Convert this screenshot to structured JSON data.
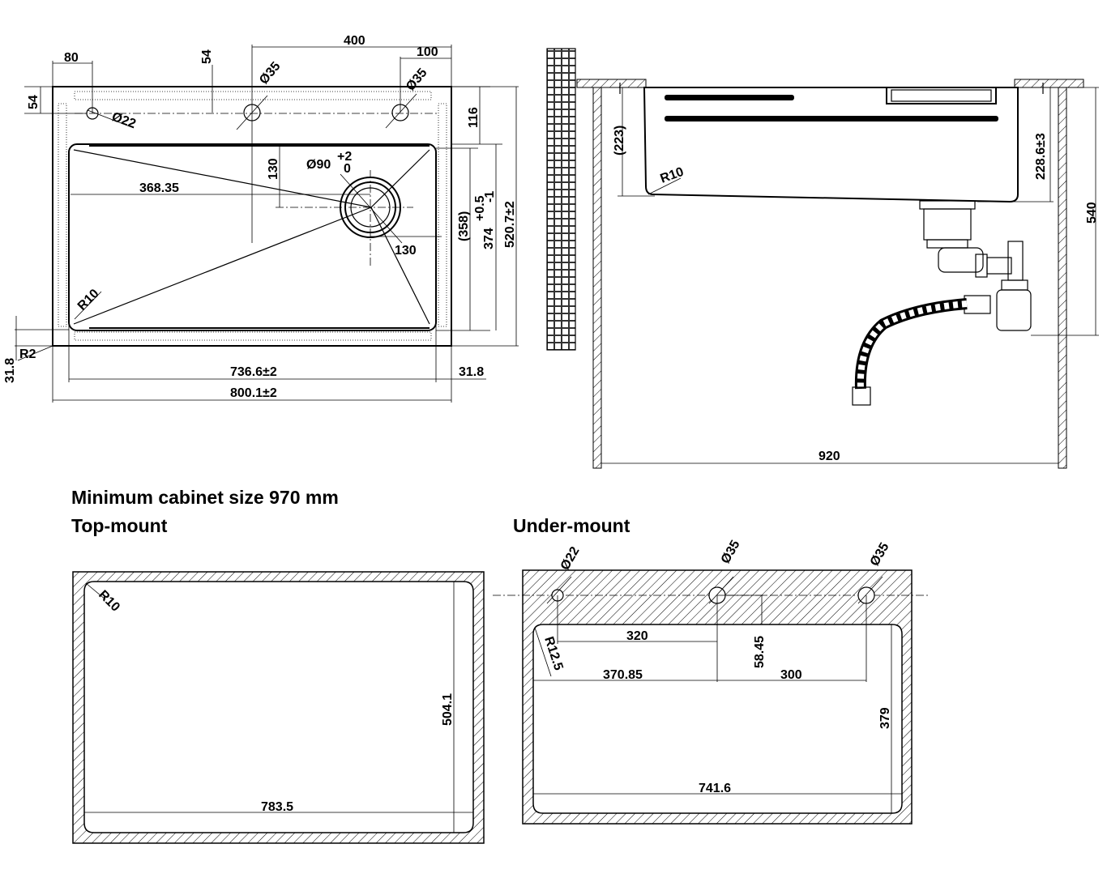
{
  "headings": {
    "min_cabinet": "Minimum cabinet size 970 mm",
    "top_mount": "Top-mount",
    "under_mount": "Under-mount"
  },
  "top_view": {
    "d80": "80",
    "d400": "400",
    "d100": "100",
    "d54a": "54",
    "d54b": "54",
    "phi35a": "Ø35",
    "phi35b": "Ø35",
    "phi22": "Ø22",
    "d116": "116",
    "phi90": "Ø90",
    "tol_plus": "+2",
    "tol_zero": "0",
    "d130a": "130",
    "d368": "368.35",
    "d130b": "130",
    "d358": "(358)",
    "d374": "374",
    "tol374": "+0.5",
    "tol374b": "-1",
    "d520": "520.7±2",
    "r10": "R10",
    "r2": "R2",
    "d31a": "31.8",
    "d736": "736.6±2",
    "d31b": "31.8",
    "d800": "800.1±2"
  },
  "side_view": {
    "d223": "(223)",
    "r10": "R10",
    "d228": "228.6±3",
    "d540": "540",
    "d920": "920"
  },
  "topmount": {
    "r10": "R10",
    "d504": "504.1",
    "d783": "783.5"
  },
  "undermount": {
    "phi22": "Ø22",
    "phi35a": "Ø35",
    "phi35b": "Ø35",
    "d320": "320",
    "r125": "R12.5",
    "d58": "58.45",
    "d370": "370.85",
    "d300": "300",
    "d379": "379",
    "d741": "741.6"
  }
}
